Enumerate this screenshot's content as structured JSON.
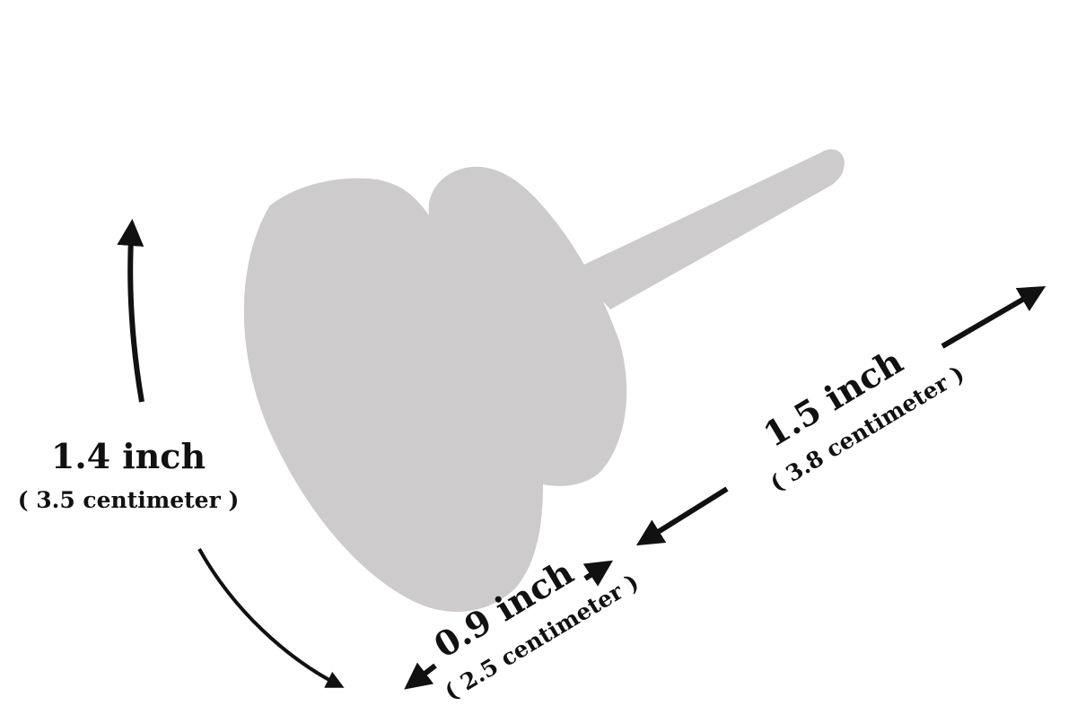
{
  "dimensions": [
    {
      "id": "height",
      "value": "1.4 inch",
      "metric": "( 3.5 centimeter )"
    },
    {
      "id": "length",
      "value": "1.5 inch",
      "metric": "( 3.8 centimeter )"
    },
    {
      "id": "depth",
      "value": "0.9 inch",
      "metric": "( 2.5 centimeter )"
    }
  ],
  "colors": {
    "knob": "#cdcbcb",
    "arrow": "#111111",
    "background": "#ffffff"
  }
}
